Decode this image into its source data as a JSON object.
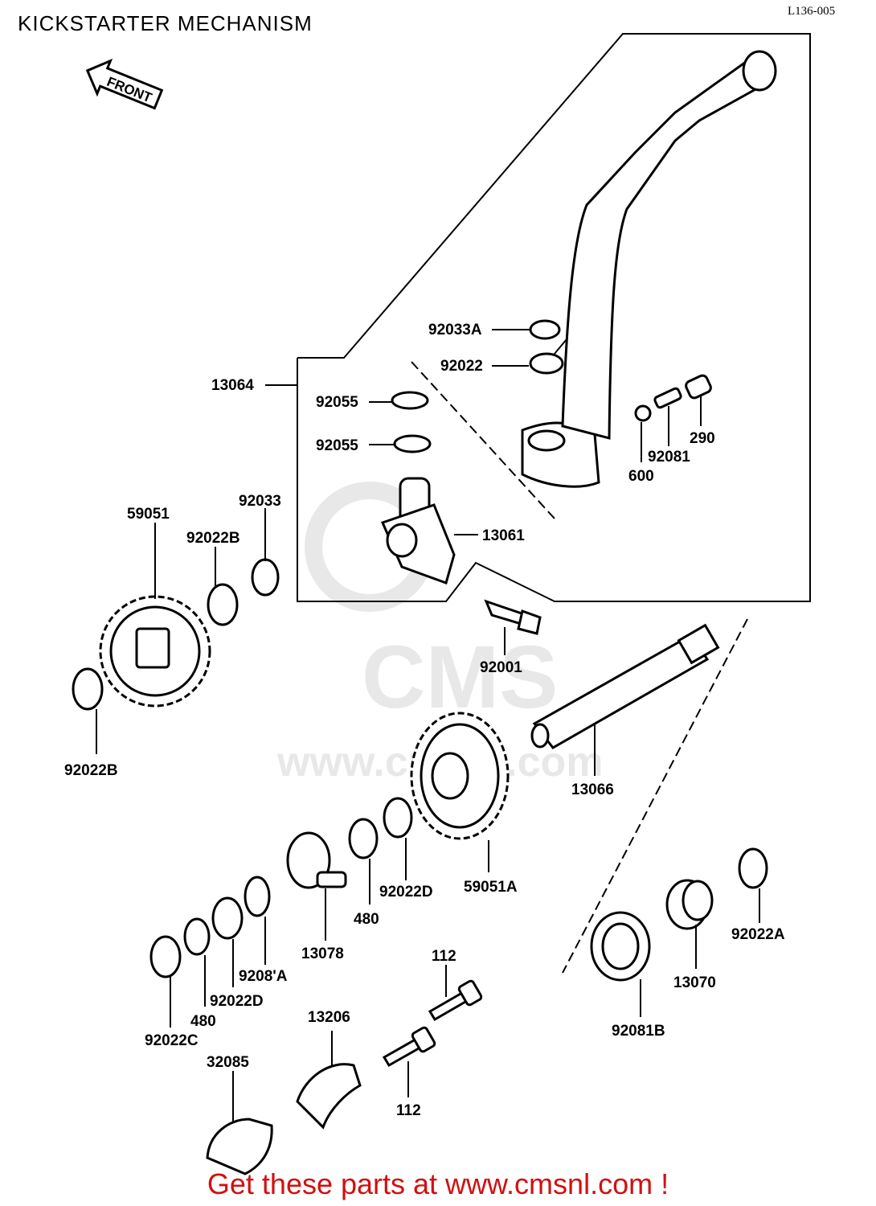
{
  "header": {
    "title": "KICKSTARTER MECHANISM",
    "code": "L136-005"
  },
  "front_label": "FRONT",
  "watermark": {
    "brand": "CMS",
    "url": "www.cmsnl.com"
  },
  "parts": [
    {
      "id": "label-92033A",
      "text": "92033A"
    },
    {
      "id": "label-92022",
      "text": "92022"
    },
    {
      "id": "label-13064",
      "text": "13064"
    },
    {
      "id": "label-92055-a",
      "text": "92055"
    },
    {
      "id": "label-92055-b",
      "text": "92055"
    },
    {
      "id": "label-290",
      "text": "290"
    },
    {
      "id": "label-92081",
      "text": "92081"
    },
    {
      "id": "label-600",
      "text": "600"
    },
    {
      "id": "label-92033",
      "text": "92033"
    },
    {
      "id": "label-59051",
      "text": "59051"
    },
    {
      "id": "label-92022B-a",
      "text": "92022B"
    },
    {
      "id": "label-13061",
      "text": "13061"
    },
    {
      "id": "label-92001",
      "text": "92001"
    },
    {
      "id": "label-92022B-b",
      "text": "92022B"
    },
    {
      "id": "label-13066",
      "text": "13066"
    },
    {
      "id": "label-92022D-a",
      "text": "92022D"
    },
    {
      "id": "label-59051A",
      "text": "59051A"
    },
    {
      "id": "label-480-a",
      "text": "480"
    },
    {
      "id": "label-13078",
      "text": "13078"
    },
    {
      "id": "label-92081A",
      "text": "9208'A"
    },
    {
      "id": "label-92022D-b",
      "text": "92022D"
    },
    {
      "id": "label-480-b",
      "text": "480"
    },
    {
      "id": "label-92022C",
      "text": "92022C"
    },
    {
      "id": "label-112-a",
      "text": "112"
    },
    {
      "id": "label-13206",
      "text": "13206"
    },
    {
      "id": "label-32085",
      "text": "32085"
    },
    {
      "id": "label-112-b",
      "text": "112"
    },
    {
      "id": "label-92081B",
      "text": "92081B"
    },
    {
      "id": "label-13070",
      "text": "13070"
    },
    {
      "id": "label-92022A",
      "text": "92022A"
    }
  ],
  "footer": {
    "text": "Get these parts at www.cmsnl.com !"
  }
}
